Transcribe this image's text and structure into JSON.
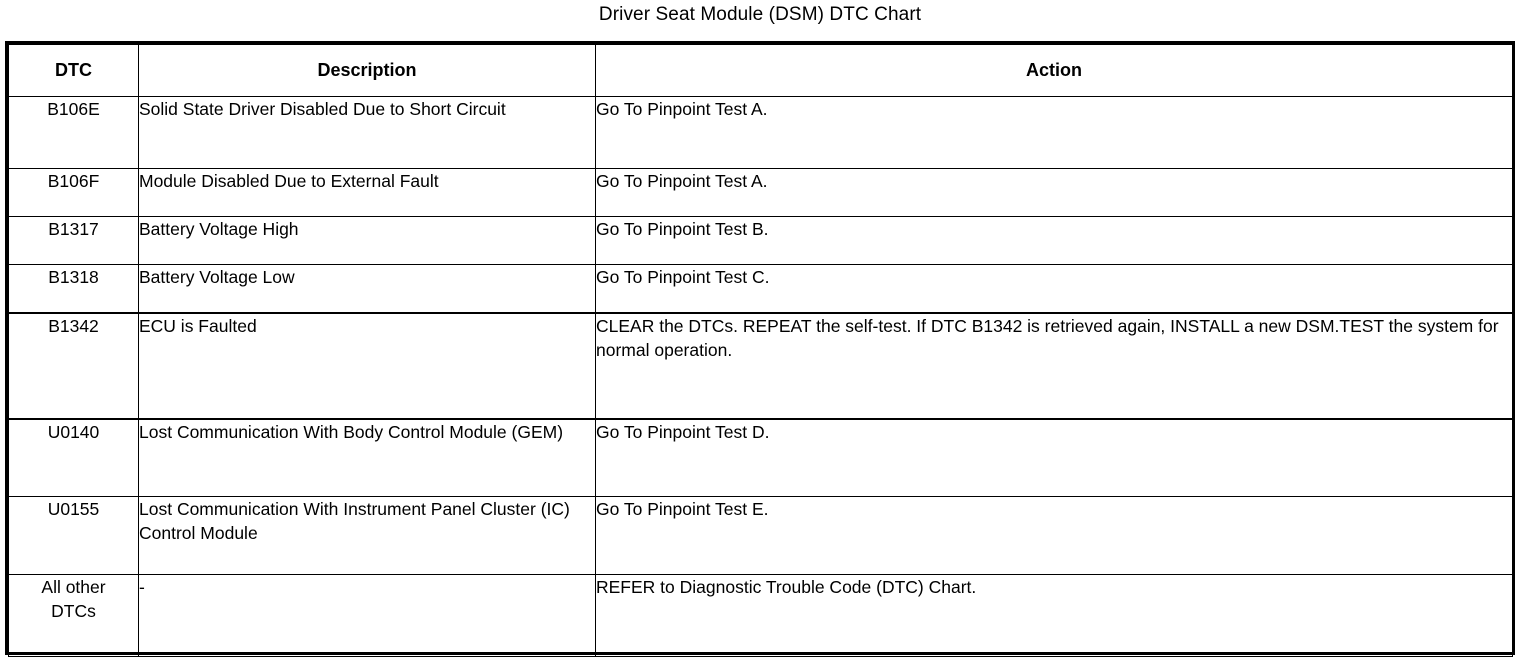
{
  "title": "Driver Seat Module (DSM) DTC Chart",
  "table": {
    "headers": {
      "dtc": "DTC",
      "description": "Description",
      "action": "Action"
    },
    "rows": [
      {
        "dtc": "B106E",
        "description": "Solid State Driver Disabled Due to Short Circuit",
        "action": "Go To Pinpoint Test A."
      },
      {
        "dtc": "B106F",
        "description": "Module Disabled Due to External Fault",
        "action": "Go To Pinpoint Test A."
      },
      {
        "dtc": "B1317",
        "description": "Battery Voltage High",
        "action": "Go To Pinpoint Test B."
      },
      {
        "dtc": "B1318",
        "description": "Battery Voltage Low",
        "action": "Go To Pinpoint Test C."
      },
      {
        "dtc": "B1342",
        "description": "ECU is Faulted",
        "action": "CLEAR the DTCs. REPEAT the self-test. If DTC B1342 is retrieved again, INSTALL a new DSM.TEST the system for normal operation."
      },
      {
        "dtc": "U0140",
        "description": "Lost Communication With Body Control Module (GEM)",
        "action": "Go To Pinpoint Test D."
      },
      {
        "dtc": "U0155",
        "description": "Lost Communication With Instrument Panel Cluster (IC) Control Module",
        "action": "Go To Pinpoint Test E."
      },
      {
        "dtc": "All other\nDTCs",
        "description": "-",
        "action": "REFER to Diagnostic Trouble Code (DTC) Chart."
      }
    ]
  },
  "colors": {
    "text": "#000000",
    "background": "#ffffff",
    "border": "#000000"
  }
}
